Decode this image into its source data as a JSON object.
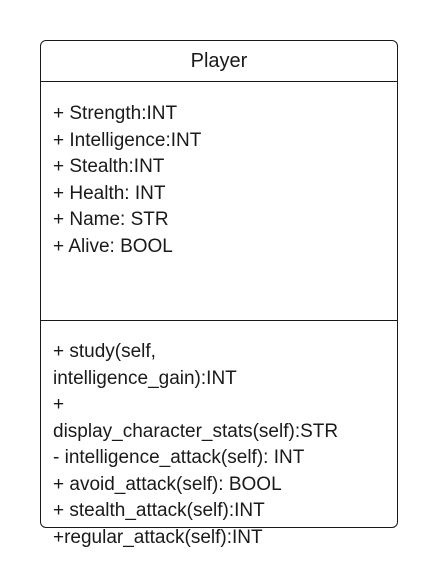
{
  "class": {
    "name": "Player",
    "attributes": [
      "+ Strength:INT",
      "+ Intelligence:INT",
      "+ Stealth:INT",
      "+ Health: INT",
      "+ Name: STR",
      "+ Alive: BOOL"
    ],
    "operations": [
      "+ study(self,",
      "intelligence_gain):INT",
      "+",
      "display_character_stats(self):STR",
      "- intelligence_attack(self): INT",
      "+ avoid_attack(self): BOOL",
      "+ stealth_attack(self):INT",
      "+regular_attack(self):INT"
    ]
  }
}
